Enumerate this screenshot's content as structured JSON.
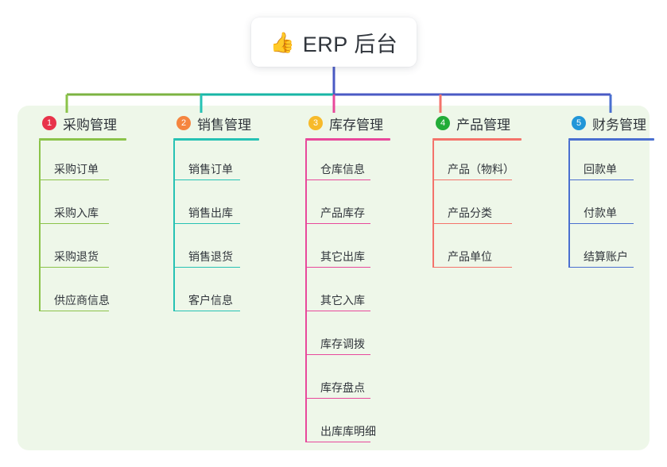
{
  "title": {
    "icon": "thumbs-up-emoji",
    "emoji": "👍",
    "text": "ERP 后台"
  },
  "palette": {
    "panel_bg": "#eef7e9",
    "page_bg": "#ffffff",
    "stem": "#4a5ac4",
    "bus_left": "#7cb342",
    "bus_mid": "#17b6a5",
    "bus_right": "#4a5ac4"
  },
  "columns": [
    {
      "number": "1",
      "badge_color": "#e8334a",
      "line_color": "#8bc34a",
      "title": "采购管理",
      "items": [
        "采购订单",
        "采购入库",
        "采购退货",
        "供应商信息"
      ]
    },
    {
      "number": "2",
      "badge_color": "#f5853f",
      "line_color": "#26c2b4",
      "title": "销售管理",
      "items": [
        "销售订单",
        "销售出库",
        "销售退货",
        "客户信息"
      ]
    },
    {
      "number": "3",
      "badge_color": "#f7ba2a",
      "line_color": "#e8489b",
      "title": "库存管理",
      "items": [
        "仓库信息",
        "产品库存",
        "其它出库",
        "其它入库",
        "库存调拨",
        "库存盘点",
        "出库库明细"
      ]
    },
    {
      "number": "4",
      "badge_color": "#22ac38",
      "line_color": "#f4736b",
      "title": "产品管理",
      "items": [
        "产品（物料）",
        "产品分类",
        "产品单位"
      ]
    },
    {
      "number": "5",
      "badge_color": "#2196d8",
      "line_color": "#4a6fd0",
      "title": "财务管理",
      "items": [
        "回款单",
        "付款单",
        "结算账户"
      ]
    }
  ]
}
